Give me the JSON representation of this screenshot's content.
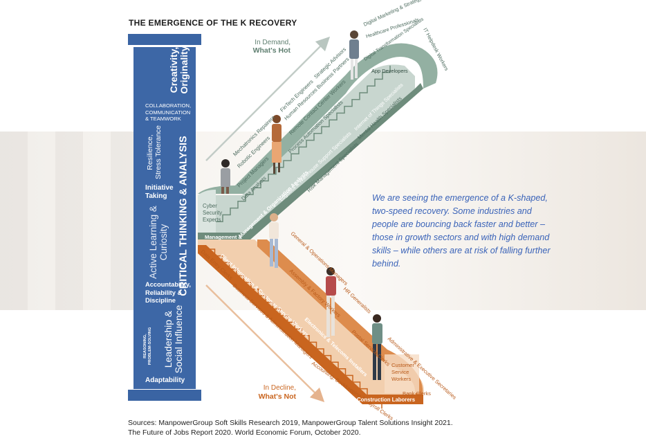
{
  "title": "THE EMERGENCE OF THE K RECOVERY",
  "pillar": {
    "creativity": "Creativity, Originality",
    "collaboration": "COLLABORATION, COMMUNICATION & TEAMWORK",
    "resilience": "Resilience, Stress Tolerance",
    "initiative": "Initiative Taking",
    "active_learning": "Active Learning & Curiosity",
    "critical_thinking": "CRITICAL THINKING & ANALYSIS",
    "accountability": "Accountability, Reliability & Discipline",
    "reasoning": "REASONING, PROBLEM-SOLVING",
    "leadership": "Leadership & Social Influence",
    "adaptability": "Adaptability"
  },
  "labels": {
    "in_demand": "In Demand,",
    "whats_hot": "What's Hot",
    "in_decline": "In Decline,",
    "whats_not": "What's Not"
  },
  "up_roles": {
    "cyber": [
      "Cyber",
      "Security",
      "Experts"
    ],
    "management": "Management & Organization Analysts",
    "logistics": "Logistics & Warehouse Support Specialists",
    "internet_of_things": "Internet of Things Specialists",
    "digital_transformation": "Digital Transformation Specialists",
    "app_developers": "App Developers",
    "data_analysts": "Data Analysts",
    "project_managers": "Project Managers",
    "robotic_engineers": "Robotic Engineers",
    "mechatronics": "Mechatronics Repairers",
    "fintech": "FinTech Engineers",
    "strategic_advisors": "Strategic Advisors",
    "hr_business_partners": "Human Resources Business Partners",
    "remote_contact": "Remote Contact Center Workers",
    "process_automation": "Process Automation Specialists",
    "risk_management": "Risk Management Specialists",
    "mental_health": "Mental Health Specialists",
    "digital_marketing": "Digital Marketing & Strategy Specialists",
    "healthcare": "Healthcare Professionals",
    "it_helpdesk": "IT Helpdesk Workers"
  },
  "down_roles": {
    "data_entry": "Data Entry Clerks",
    "client_info": "Client Information & Customer Service Workers",
    "business_services": "Business Services & Administration Managers",
    "general_ops": "General & Operations Managers",
    "assembly": "Assembly & Factory Workers",
    "hr_generalists": "HR Generalists",
    "electronics": "Electronics & Telecoms Installers",
    "accounting": "Accounting, Bookkeeping & Payroll Clerks",
    "construction": "Construction Laborers",
    "postal": "Postal Service Clerks",
    "administrative": "Administrative & Executive Secretaries",
    "customer_service": [
      "Customer",
      "Service",
      "Workers"
    ],
    "bank_clerks": "Bank Clerks"
  },
  "quote": "We are seeing the emergence of a K-shaped, two-speed recovery. Some industries and people are bouncing back faster and better – those in growth sectors and with high demand skills – while others are at risk of falling further behind.",
  "sources": {
    "line1": "Sources: ManpowerGroup Soft Skills Research 2019, ManpowerGroup Talent Solutions Insight 2021.",
    "line2": "The Future of Jobs Report 2020. World Economic Forum, October 2020."
  },
  "colors": {
    "pillar_blue": "#3d67a6",
    "up_green": "#6e8c7c",
    "down_orange": "#c9651f",
    "quote_blue": "#3a63b8"
  }
}
